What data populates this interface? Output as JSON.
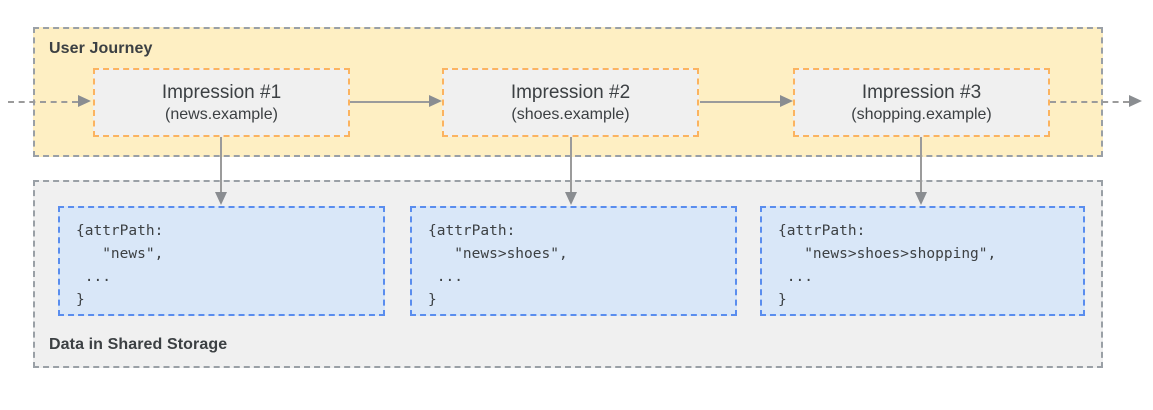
{
  "journey": {
    "label": "User Journey",
    "impressions": [
      {
        "title": "Impression #1",
        "site": "(news.example)"
      },
      {
        "title": "Impression #2",
        "site": "(shoes.example)"
      },
      {
        "title": "Impression #3",
        "site": "(shopping.example)"
      }
    ]
  },
  "storage": {
    "label": "Data in Shared Storage",
    "entries": [
      {
        "code": "{attrPath:\n   \"news\",\n ...\n}"
      },
      {
        "code": "{attrPath:\n   \"news>shoes\",\n ...\n}"
      },
      {
        "code": "{attrPath:\n   \"news>shoes>shopping\",\n ...\n}"
      }
    ]
  },
  "colors": {
    "journey_bg": "#FEEFC3",
    "storage_bg": "#F0F0F0",
    "impression_bg": "#F0F0F0",
    "impression_border": "#FBB360",
    "entry_bg": "#D9E7F8",
    "entry_border": "#5A8DEE",
    "band_border": "#9AA0A6",
    "arrow": "#9B9B9B",
    "arrowhead": "#8A8D91",
    "text": "#3C4043"
  }
}
